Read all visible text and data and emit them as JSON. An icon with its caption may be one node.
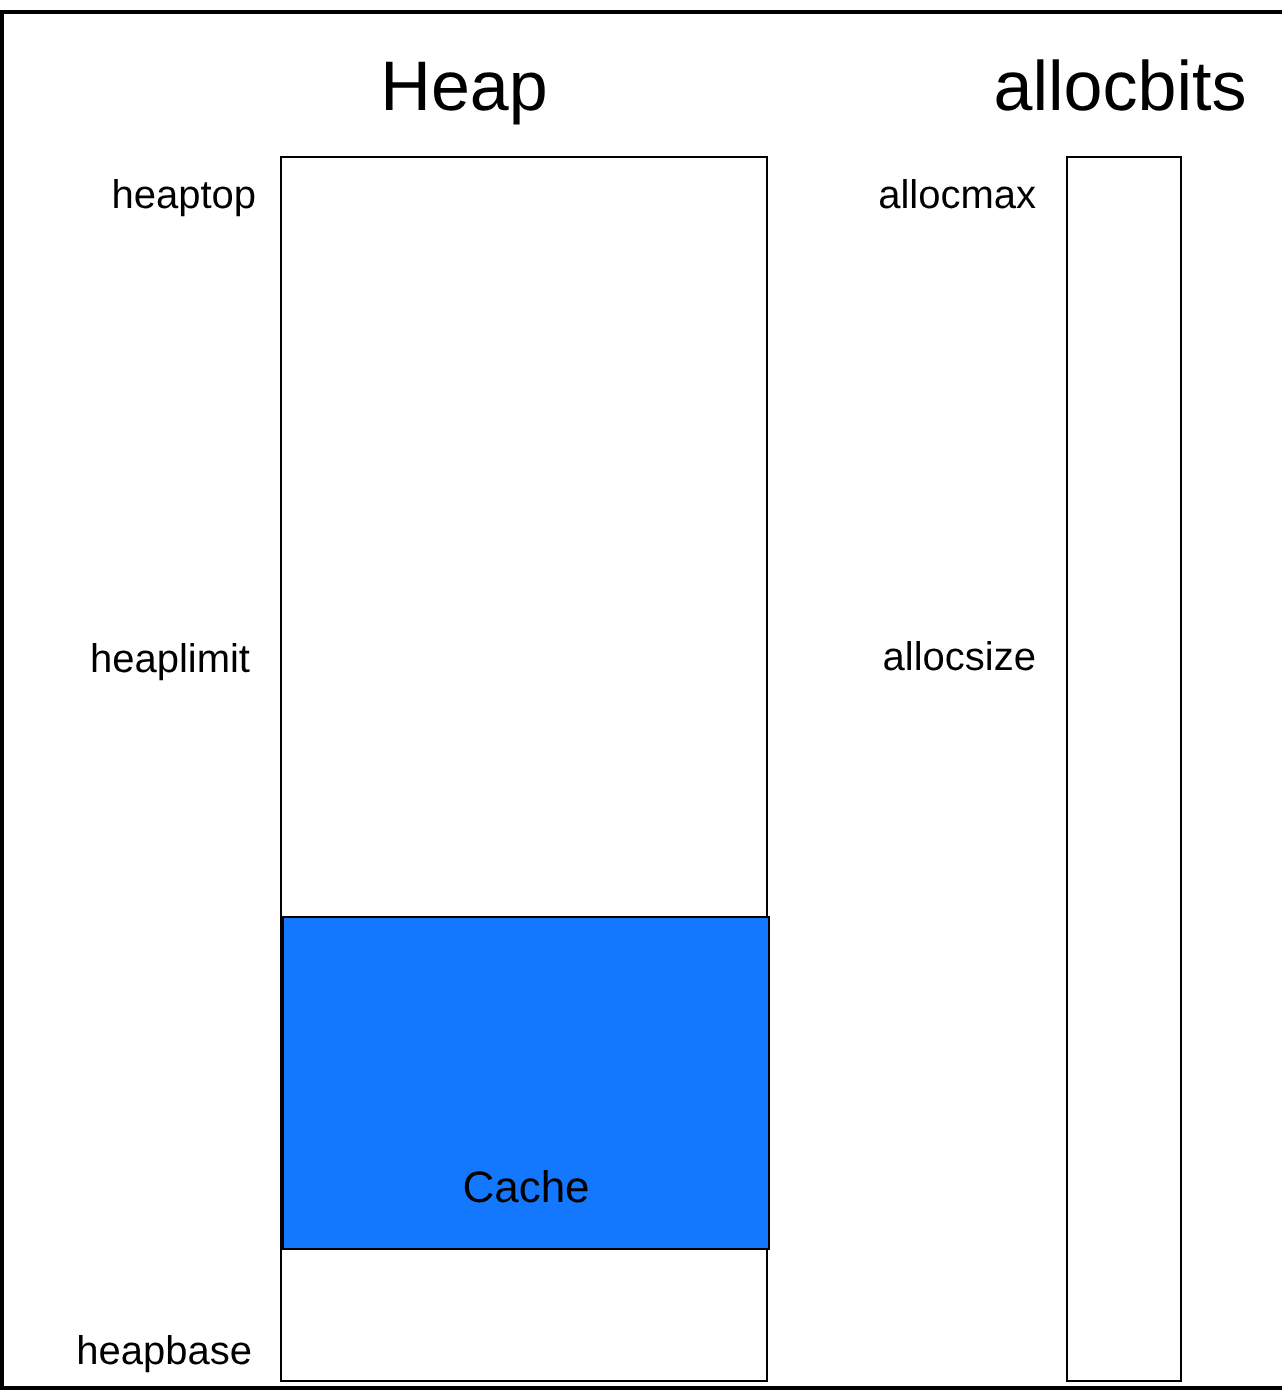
{
  "diagram": {
    "nodes": [
      {
        "text": [
          "Heap"
        ]
      },
      {
        "text": [
          "Cache"
        ],
        "in": 0
      },
      {
        "text": [
          "allocbits"
        ]
      }
    ],
    "labels": [
      "heaptop",
      "allocmax",
      "heaplimit",
      "allocsize",
      "heapbase"
    ]
  }
}
